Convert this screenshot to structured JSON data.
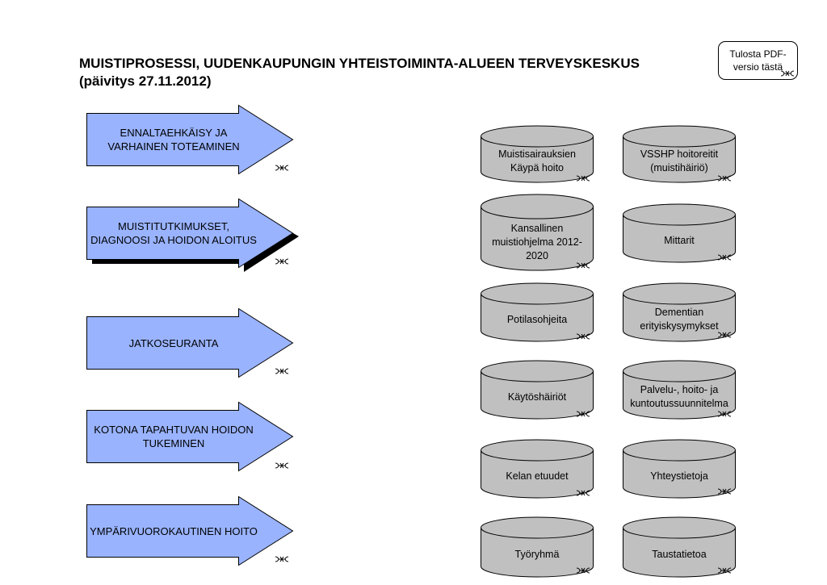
{
  "title": {
    "line1": "MUISTIPROSESSI, UUDENKAUPUNGIN YHTEISTOIMINTA-ALUEEN TERVEYSKESKUS",
    "line2": "(päivitys 27.11.2012)"
  },
  "pdf_button": {
    "label": "Tulosta PDF-versio tästä"
  },
  "colors": {
    "arrow_fill": "#99b3ff",
    "cylinder_fill": "#c0c0c0",
    "shadow": "#000000"
  },
  "arrows": [
    {
      "label": "ENNALTAEHKÄISY JA VARHAINEN  TOTEAMINEN",
      "shadow": false
    },
    {
      "label": "MUISTITUTKIMUKSET, DIAGNOOSI JA HOIDON ALOITUS",
      "shadow": true
    },
    {
      "label": "JATKOSEURANTA",
      "shadow": false
    },
    {
      "label": "KOTONA TAPAHTUVAN HOIDON TUKEMINEN",
      "shadow": false
    },
    {
      "label": "YMPÄRIVUOROKAUTINEN HOITO",
      "shadow": false
    }
  ],
  "cylinders_left": [
    {
      "label": "Muistisairauksien Käypä hoito"
    },
    {
      "label": "Kansallinen muistiohjelma 2012-2020"
    },
    {
      "label": "Potilasohjeita"
    },
    {
      "label": "Käytöshäiriöt"
    },
    {
      "label": "Kelan etuudet"
    },
    {
      "label": "Työryhmä"
    }
  ],
  "cylinders_right": [
    {
      "label": "VSSHP hoitoreitit (muistihäiriö)"
    },
    {
      "label": "Mittarit"
    },
    {
      "label": "Dementian erityiskysymykset"
    },
    {
      "label": "Palvelu-, hoito- ja kuntoutussuunnitelma"
    },
    {
      "label": "Yhteystietoja"
    },
    {
      "label": "Taustatietoa"
    }
  ]
}
